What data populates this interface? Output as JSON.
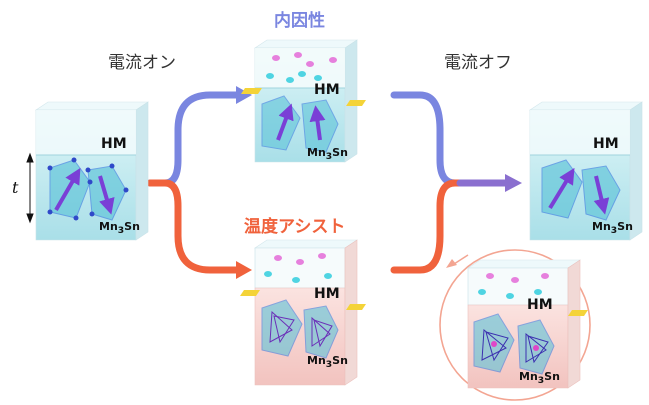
{
  "labels": {
    "current_on": "電流オン",
    "current_off": "電流オフ",
    "intrinsic": "内因性",
    "thermal_assist": "温度アシスト",
    "thickness": "t"
  },
  "device": {
    "heavy_metal": "HM",
    "mn_sn_prefix": "Mn",
    "mn_sn_sub": "3",
    "mn_sn_suffix": "Sn"
  },
  "colors": {
    "intrinsic_path": "#7a86e0",
    "thermal_path": "#f0623c",
    "cold_block": "#bfe9ef",
    "hot_block": "#f6d2cf",
    "arrow": "#7a3fd6"
  }
}
